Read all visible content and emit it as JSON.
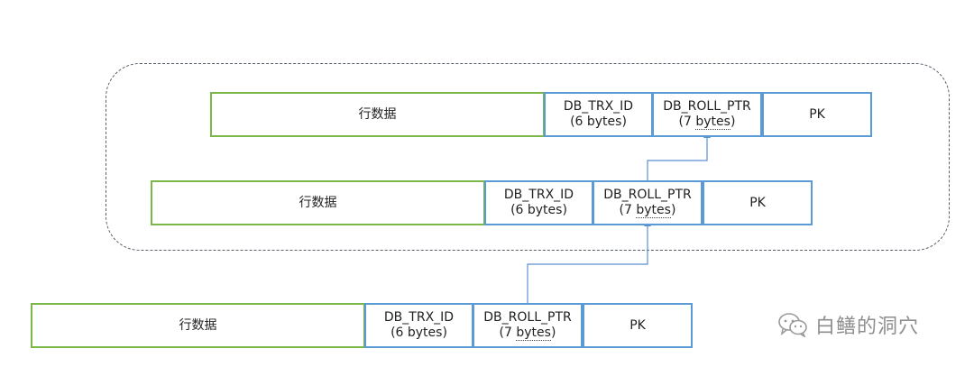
{
  "diagram": {
    "rows": [
      {
        "row_data": "行数据",
        "trx_id": "DB_TRX_ID",
        "trx_size": "(6 bytes)",
        "roll_ptr": "DB_ROLL_PTR",
        "roll_size_open": "(7 ",
        "roll_size_word": "bytes",
        "roll_size_close": ")",
        "pk": "PK"
      },
      {
        "row_data": "行数据",
        "trx_id": "DB_TRX_ID",
        "trx_size": "(6 bytes)",
        "roll_ptr": "DB_ROLL_PTR",
        "roll_size_open": "(7 ",
        "roll_size_word": "bytes",
        "roll_size_close": ")",
        "pk": "PK"
      },
      {
        "row_data": "行数据",
        "trx_id": "DB_TRX_ID",
        "trx_size": "(6 bytes)",
        "roll_ptr": "DB_ROLL_PTR",
        "roll_size_open": "(7 ",
        "roll_size_word": "bytes",
        "roll_size_close": ")",
        "pk": "PK"
      }
    ],
    "colors": {
      "row_data_border": "#7ab648",
      "field_border": "#5b9bd5",
      "arrow": "#5b8fd0",
      "group_border": "#55606a"
    }
  },
  "watermark": {
    "text": "白鳝的洞穴",
    "icon": "wechat-icon"
  }
}
